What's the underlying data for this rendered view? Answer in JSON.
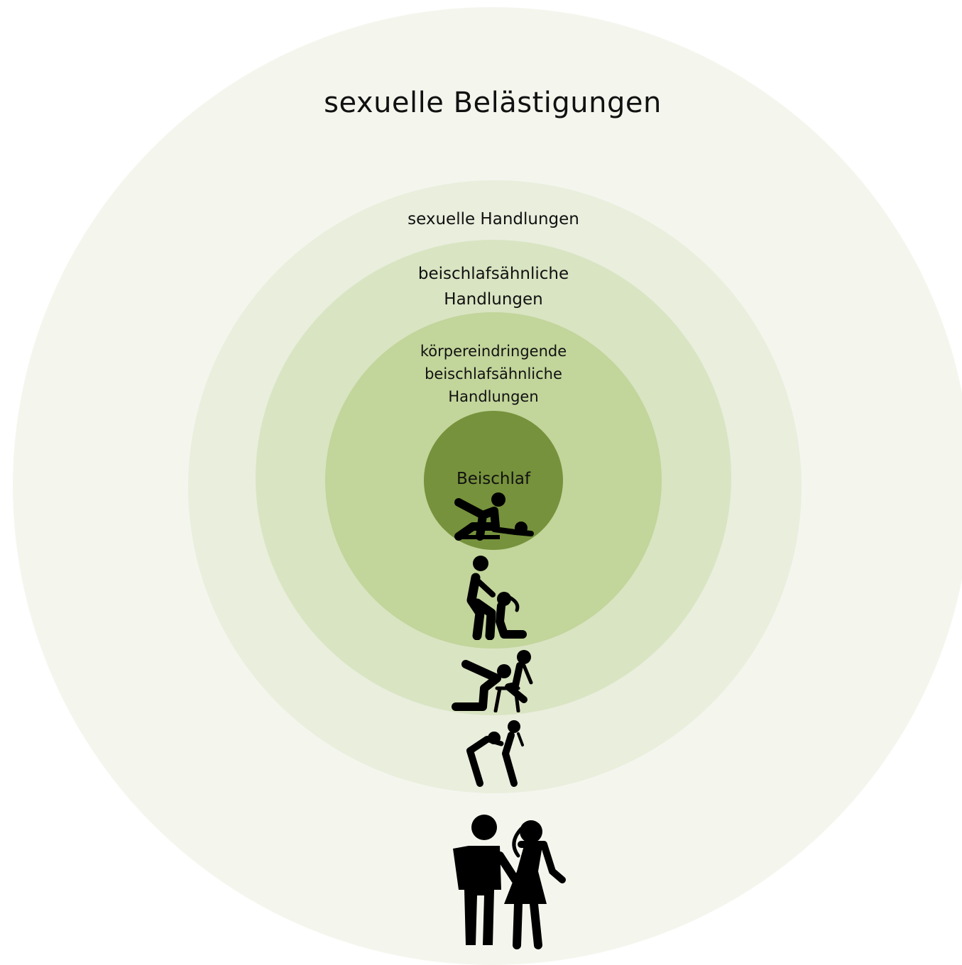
{
  "rings": [
    {
      "label": "sexuelle Belästigungen",
      "color": "#f4f6ee"
    },
    {
      "label": "sexuelle Handlungen",
      "color": "#e9eedd"
    },
    {
      "label_lines": [
        "beischlafsähnliche",
        "Handlungen"
      ],
      "color": "#d9e4c2"
    },
    {
      "label_lines": [
        "körpereindringende",
        "beischlafsähnliche",
        "Handlungen"
      ],
      "color": "#c2d59b"
    },
    {
      "label": "Beischlaf",
      "color": "#76923c"
    }
  ],
  "icons": [
    "intercourse-pictogram-icon",
    "oral-sex-kneeling-pictogram-icon",
    "oral-sex-chair-pictogram-icon",
    "groping-pictogram-icon",
    "harassment-touching-pictogram-icon"
  ]
}
